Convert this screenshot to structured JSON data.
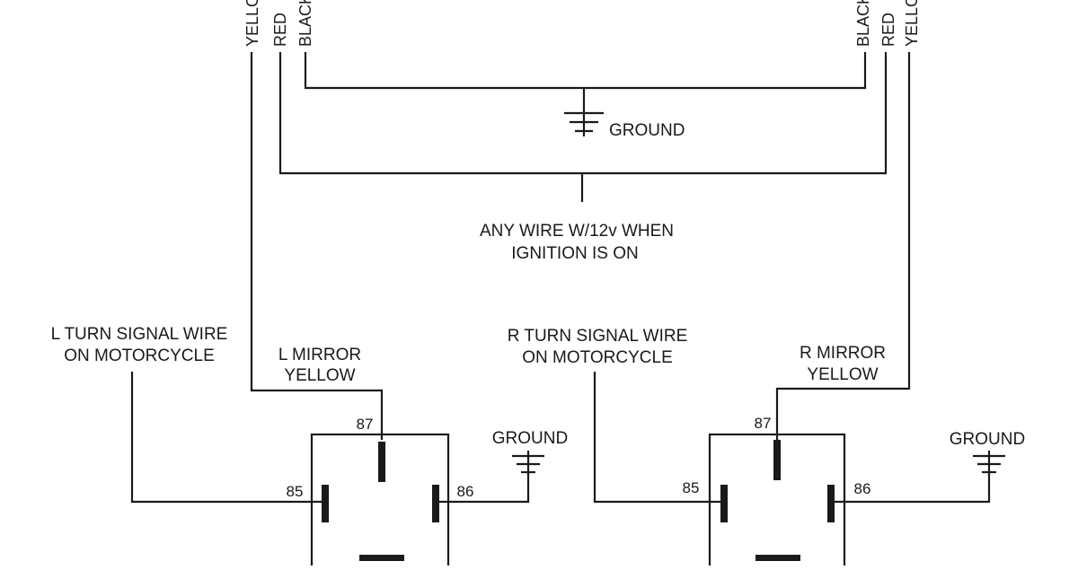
{
  "top_wires_left": {
    "yellow": "YELLOW",
    "red": "RED",
    "black": "BLACK"
  },
  "top_wires_right": {
    "yellow": "YELLOW",
    "red": "RED",
    "black": "BLACK"
  },
  "ground_center_label": "GROUND",
  "ignition_label": {
    "line1": "ANY WIRE W/12v WHEN",
    "line2": "IGNITION IS ON"
  },
  "left_side": {
    "turn_signal": {
      "line1": "L TURN SIGNAL WIRE",
      "line2": "ON MOTORCYCLE"
    },
    "mirror": {
      "line1": "L MIRROR",
      "line2": "YELLOW"
    },
    "ground_label": "GROUND",
    "relay": {
      "pin_87": "87",
      "pin_85": "85",
      "pin_86": "86"
    }
  },
  "right_side": {
    "turn_signal": {
      "line1": "R TURN SIGNAL WIRE",
      "line2": "ON MOTORCYCLE"
    },
    "mirror": {
      "line1": "R MIRROR",
      "line2": "YELLOW"
    },
    "ground_label": "GROUND",
    "relay": {
      "pin_87": "87",
      "pin_85": "85",
      "pin_86": "86"
    }
  }
}
